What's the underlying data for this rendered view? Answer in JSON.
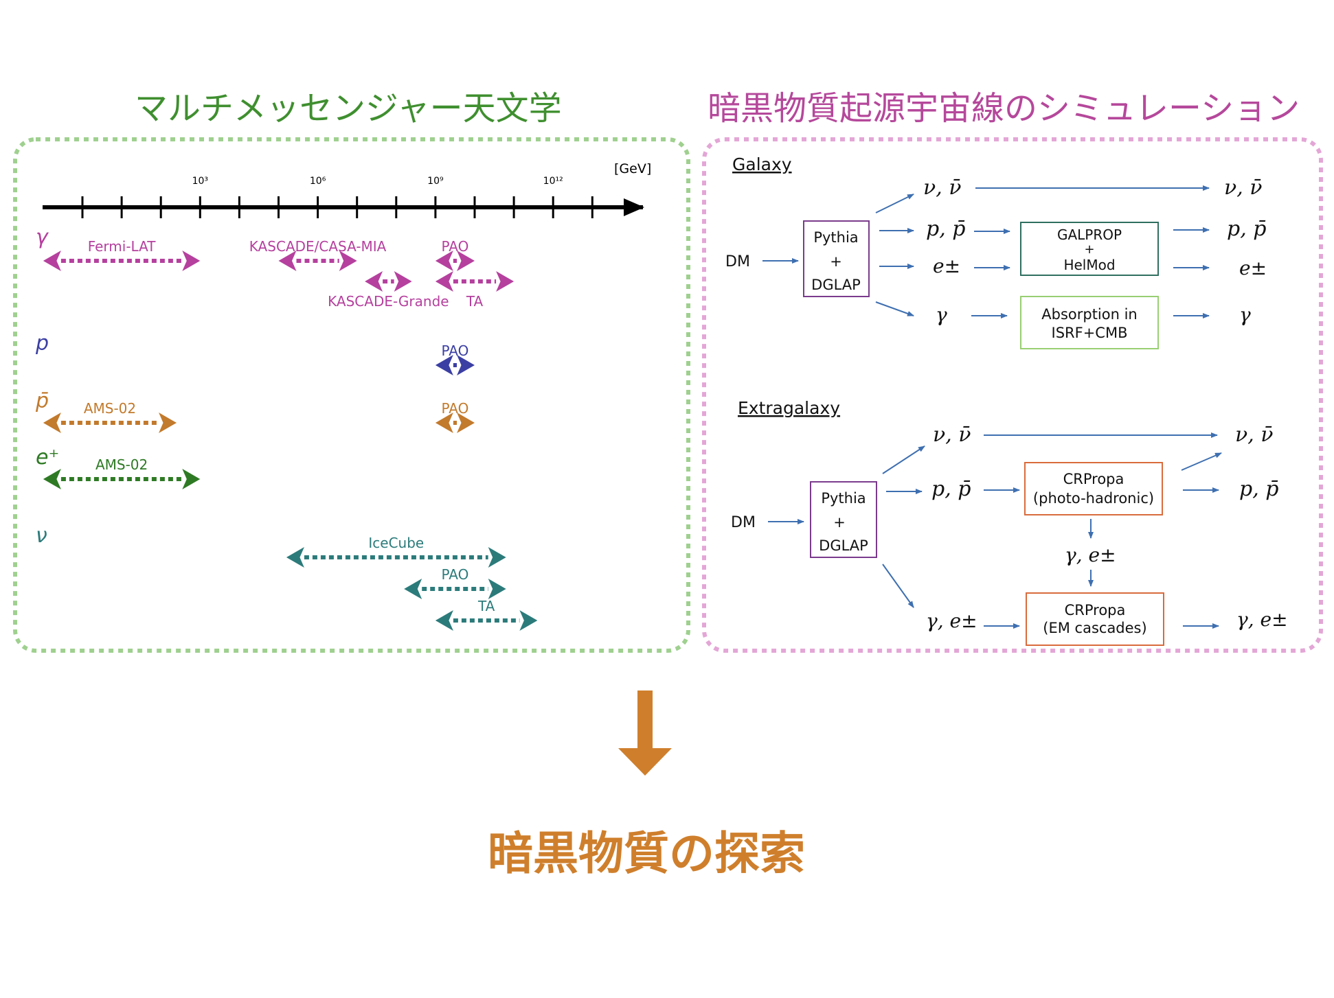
{
  "titles": {
    "left": "マルチメッセンジャー天文学",
    "right": "暗黒物質起源宇宙線のシミュレーション",
    "bottom": "暗黒物質の探索"
  },
  "colors": {
    "left_border": "#9fd08f",
    "right_border": "#e3a6d6",
    "gamma": "#b5409e",
    "proton": "#3b3fa3",
    "antiproton": "#c27a2c",
    "positron": "#2e7a24",
    "neutrino": "#2c7b7b",
    "flow_arrow": "#3e6fb0",
    "pythia_box": "#7a3b8c",
    "galprop_box": "#2f6f5f",
    "absorption_box": "#98cf72",
    "crpropa_box": "#d96b3c",
    "big_arrow": "#cf7f2c"
  },
  "energy_axis": {
    "unit": "[GeV]",
    "ticks": [
      {
        "label": "10³",
        "exp": 3
      },
      {
        "label": "10⁶",
        "exp": 6
      },
      {
        "label": "10⁹",
        "exp": 9
      },
      {
        "label": "10¹²",
        "exp": 12
      }
    ],
    "range_exp": [
      -1,
      14
    ]
  },
  "particles": [
    {
      "id": "gamma",
      "symbol": "γ"
    },
    {
      "id": "proton",
      "symbol": "p"
    },
    {
      "id": "antiproton",
      "symbol": "p̄"
    },
    {
      "id": "positron",
      "symbol": "e⁺"
    },
    {
      "id": "neutrino",
      "symbol": "ν"
    }
  ],
  "experiments": [
    {
      "label": "Fermi-LAT",
      "particle": "gamma",
      "range_exp": [
        -1,
        3
      ],
      "label_pos": "above"
    },
    {
      "label": "KASCADE/CASA-MIA",
      "particle": "gamma",
      "range_exp": [
        5,
        7
      ],
      "label_pos": "above"
    },
    {
      "label": "KASCADE-Grande",
      "particle": "gamma",
      "range_exp": [
        7.2,
        8.4
      ],
      "label_pos": "below"
    },
    {
      "label": "PAO",
      "particle": "gamma",
      "range_exp": [
        9,
        10
      ],
      "label_pos": "above"
    },
    {
      "label": "TA",
      "particle": "gamma",
      "range_exp": [
        9,
        11
      ],
      "label_pos": "below"
    },
    {
      "label": "PAO",
      "particle": "proton",
      "range_exp": [
        9,
        10
      ],
      "label_pos": "above"
    },
    {
      "label": "AMS-02",
      "particle": "antiproton",
      "range_exp": [
        -1,
        2.4
      ],
      "label_pos": "above"
    },
    {
      "label": "PAO",
      "particle": "antiproton",
      "range_exp": [
        9,
        10
      ],
      "label_pos": "above"
    },
    {
      "label": "AMS-02",
      "particle": "positron",
      "range_exp": [
        -1,
        3
      ],
      "label_pos": "above"
    },
    {
      "label": "IceCube",
      "particle": "neutrino",
      "range_exp": [
        5.2,
        10.8
      ],
      "label_pos": "above"
    },
    {
      "label": "PAO",
      "particle": "neutrino",
      "range_exp": [
        8.2,
        10.8
      ],
      "label_pos": "above"
    },
    {
      "label": "TA",
      "particle": "neutrino",
      "range_exp": [
        9,
        11.6
      ],
      "label_pos": "above"
    }
  ],
  "galaxy": {
    "heading": "Galaxy",
    "source": "DM",
    "generator": [
      "Pythia",
      "+",
      "DGLAP"
    ],
    "nu": "ν, ν̄",
    "p": "p, p̄",
    "e": "e±",
    "gamma": "γ",
    "galprop": [
      "GALPROP",
      "+",
      "HelMod"
    ],
    "absorption": [
      "Absorption in",
      "ISRF+CMB"
    ]
  },
  "extragalaxy": {
    "heading": "Extragalaxy",
    "source": "DM",
    "generator": [
      "Pythia",
      "+",
      "DGLAP"
    ],
    "nu": "ν, ν̄",
    "p": "p, p̄",
    "gamma_e": "γ, e±",
    "crpropa1": [
      "CRPropa",
      "(photo-hadronic)"
    ],
    "crpropa2": [
      "CRPropa",
      "(EM cascades)"
    ]
  }
}
